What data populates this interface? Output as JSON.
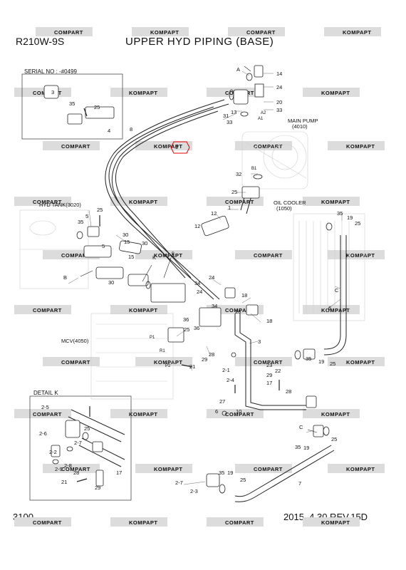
{
  "header": {
    "model": "R210W-9S",
    "title": "UPPER HYD PIPING (BASE)"
  },
  "footer": {
    "page_number": "3100",
    "date_rev": "2015. 4.30  REV.15D"
  },
  "notes": {
    "serial_no": "SERIAL NO : -#0499",
    "detail_k": "DETAIL K"
  },
  "labels": {
    "main_pump": [
      "MAIN PUMP",
      "(4010)"
    ],
    "oil_cooler": [
      "OIL COOLER",
      "(1050)"
    ],
    "hyd_tank": "HYD TANK(3020)",
    "mcv": "MCV(4050)",
    "views": [
      "A",
      "B",
      "C",
      "K"
    ],
    "ports": [
      "A1",
      "A2",
      "B1",
      "B",
      "P1",
      "R1",
      "P2"
    ]
  },
  "watermarks": {
    "brand_a": "KOMPAPT",
    "brand_b": "COMPART"
  },
  "callouts": {
    "a_top": [
      "A",
      "14",
      "24",
      "20",
      "33",
      "13",
      "31",
      "33"
    ],
    "left_box": [
      "3",
      "35",
      "25",
      "4"
    ],
    "pipe": [
      "8",
      "9",
      "32",
      "25",
      "1",
      "12",
      "12",
      "35",
      "19",
      "25"
    ],
    "tank": [
      "25",
      "5",
      "35",
      "30",
      "15",
      "5",
      "30",
      "15",
      "30",
      "B"
    ],
    "mid": [
      "K",
      "24",
      "34",
      "24",
      "18",
      "26",
      "34",
      "18",
      "36",
      "25",
      "36",
      "3",
      "C",
      "6"
    ],
    "lower": [
      "21",
      "28",
      "29",
      "2-1",
      "2-4",
      "27",
      "6",
      "10",
      "23",
      "29",
      "22",
      "17",
      "28",
      "35",
      "19",
      "25"
    ],
    "detail": [
      "2-5",
      "2-6",
      "25",
      "2-2",
      "2-7",
      "2-8",
      "2-9",
      "28",
      "21",
      "29",
      "17"
    ],
    "bottom": [
      "C",
      "35",
      "19",
      "25",
      "2-7",
      "35",
      "19",
      "2-3",
      "25",
      "7"
    ]
  }
}
